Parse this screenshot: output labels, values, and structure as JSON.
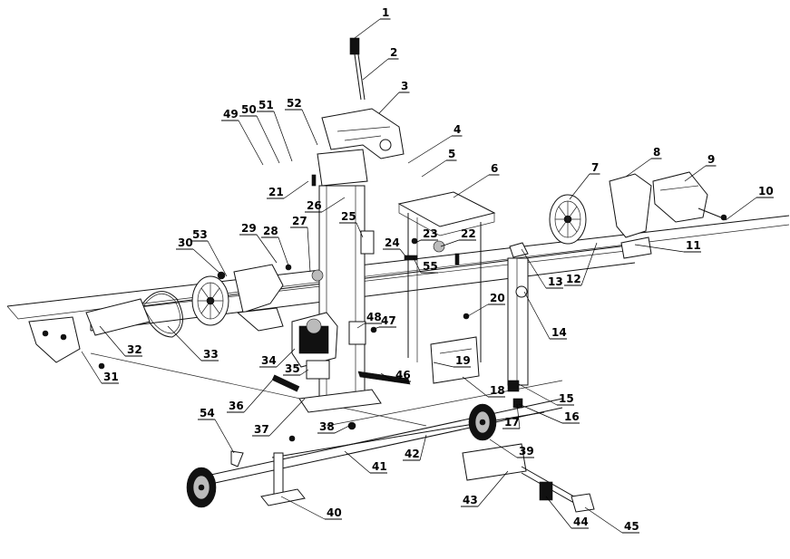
{
  "labels": [
    "1",
    "2",
    "3",
    "4",
    "5",
    "6",
    "7",
    "8",
    "9",
    "10",
    "11",
    "12",
    "13",
    "14",
    "15",
    "16",
    "17",
    "18",
    "19",
    "20",
    "21",
    "22",
    "23",
    "24",
    "25",
    "26",
    "27",
    "28",
    "29",
    "30",
    "31",
    "32",
    "33",
    "34",
    "35",
    "36",
    "37",
    "38",
    "39",
    "40",
    "41",
    "42",
    "43",
    "44",
    "45",
    "46",
    "47",
    "48",
    "49",
    "50",
    "51",
    "52",
    "53",
    "54",
    "55"
  ],
  "colors": {
    "ink": "#111111",
    "background": "#ffffff"
  }
}
